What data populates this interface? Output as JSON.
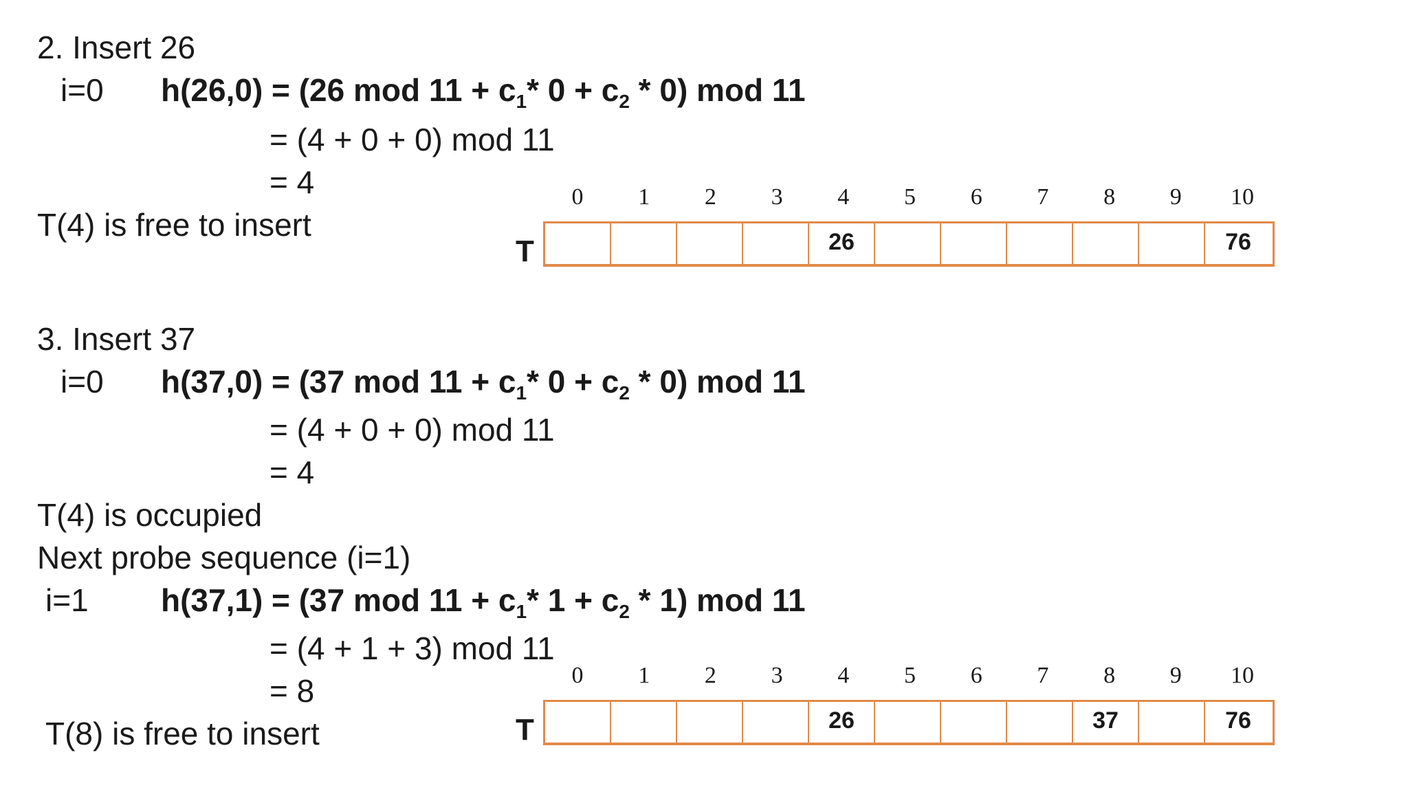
{
  "step2": {
    "heading": "2. Insert 26",
    "i_label": "i=0",
    "formula": {
      "pre": "h(26,0) = (26 mod 11 + c",
      "s1": "1",
      "mid": "* 0 + c",
      "s2": "2",
      "post": " * 0) mod 11"
    },
    "line2": "= (4 + 0 + 0) mod 11",
    "line3": "= 4",
    "status": "T(4) is free to insert",
    "table": {
      "label": "T",
      "indices": [
        "0",
        "1",
        "2",
        "3",
        "4",
        "5",
        "6",
        "7",
        "8",
        "9",
        "10"
      ],
      "cells": [
        "",
        "",
        "",
        "",
        "26",
        "",
        "",
        "",
        "",
        "",
        "76"
      ]
    }
  },
  "step3": {
    "heading": "3. Insert 37",
    "i_label": "i=0",
    "formula": {
      "pre": "h(37,0) = (37 mod 11 + c",
      "s1": "1",
      "mid": "* 0 + c",
      "s2": "2",
      "post": " * 0) mod 11"
    },
    "line2": "= (4 + 0 + 0) mod 11",
    "line3": "= 4",
    "occupied": "T(4) is occupied",
    "next_probe": "Next probe sequence (i=1)",
    "i1_label": "i=1",
    "formula2": {
      "pre": "h(37,1) = (37 mod 11 + c",
      "s1": "1",
      "mid": "* 1 + c",
      "s2": "2",
      "post": " * 1) mod 11"
    },
    "line5": "= (4 + 1 + 3) mod 11",
    "line6": "= 8",
    "status": "T(8) is free to insert",
    "table": {
      "label": "T",
      "indices": [
        "0",
        "1",
        "2",
        "3",
        "4",
        "5",
        "6",
        "7",
        "8",
        "9",
        "10"
      ],
      "cells": [
        "",
        "",
        "",
        "",
        "26",
        "",
        "",
        "",
        "37",
        "",
        "76"
      ]
    }
  }
}
